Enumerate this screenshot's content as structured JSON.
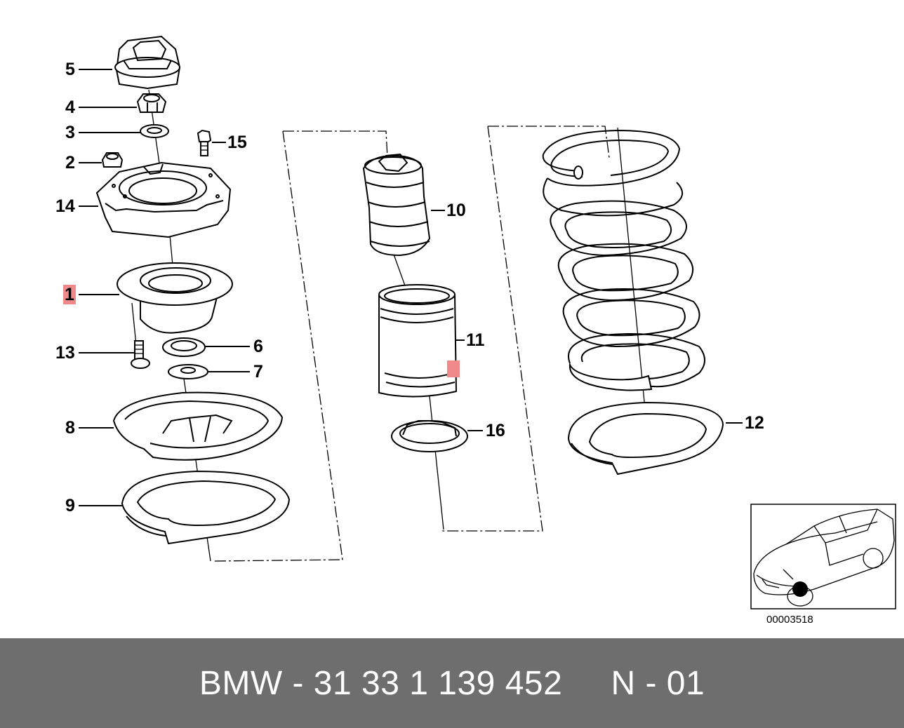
{
  "diagram": {
    "callouts": [
      {
        "id": "c5",
        "label": "5",
        "highlight": false
      },
      {
        "id": "c4",
        "label": "4",
        "highlight": false
      },
      {
        "id": "c3",
        "label": "3",
        "highlight": false
      },
      {
        "id": "c2",
        "label": "2",
        "highlight": false
      },
      {
        "id": "c15",
        "label": "15",
        "highlight": false
      },
      {
        "id": "c14",
        "label": "14",
        "highlight": false
      },
      {
        "id": "c1",
        "label": "1",
        "highlight": true
      },
      {
        "id": "c13",
        "label": "13",
        "highlight": false
      },
      {
        "id": "c6",
        "label": "6",
        "highlight": false
      },
      {
        "id": "c7",
        "label": "7",
        "highlight": false
      },
      {
        "id": "c8",
        "label": "8",
        "highlight": false
      },
      {
        "id": "c9",
        "label": "9",
        "highlight": false
      },
      {
        "id": "c10",
        "label": "10",
        "highlight": false
      },
      {
        "id": "c11",
        "label": "11",
        "highlight": false
      },
      {
        "id": "c16",
        "label": "16",
        "highlight": false
      },
      {
        "id": "c12",
        "label": "12",
        "highlight": false
      }
    ],
    "drawing_number": "00003518",
    "highlight_color": "#f08a8a",
    "locator_icon": "car-locator-icon"
  },
  "footer": {
    "text": "BMW - 31 33 1 139 452     N - 01",
    "background": "#6e6e6e",
    "color": "#ffffff"
  }
}
